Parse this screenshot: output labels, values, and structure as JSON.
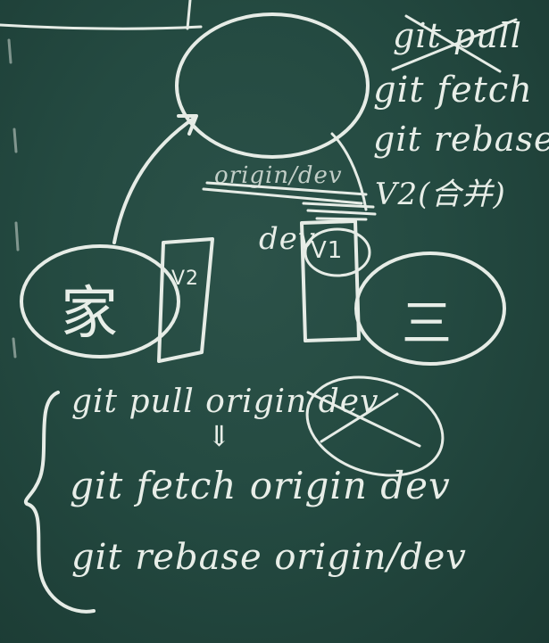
{
  "board": {
    "node_home": "家",
    "node_three": "三",
    "server_version": "V1",
    "home_version": "V2",
    "branch_dev": "dev",
    "origin_label": "origin/dev",
    "notes_right": [
      "git pull",
      "git fetch",
      "git rebase",
      "V2(合并)"
    ],
    "commands": {
      "pull": "git pull origin dev",
      "arrow": "⇓",
      "fetch": "git fetch origin dev",
      "rebase": "git rebase origin/dev"
    }
  },
  "colors": {
    "board": "#244a41",
    "chalk": "#e6ece6"
  }
}
